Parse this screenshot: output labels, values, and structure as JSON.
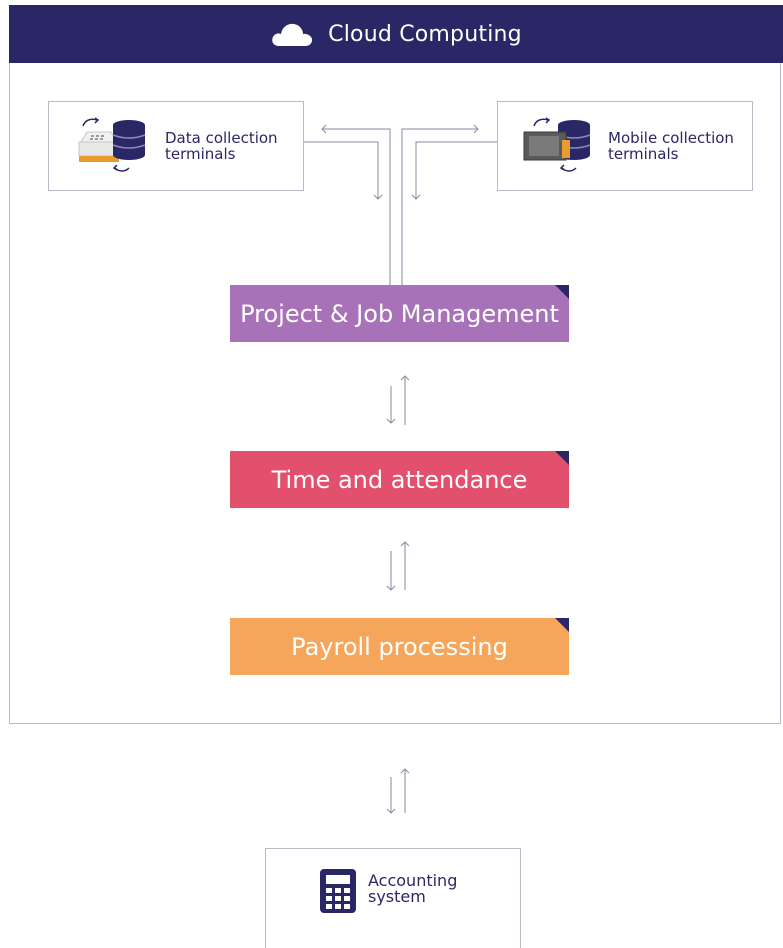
{
  "header": {
    "title": "Cloud Computing",
    "icon": "cloud-icon"
  },
  "terminals": {
    "left": {
      "label_line1": "Data collection",
      "label_line2": "terminals",
      "icon": "data-terminal-icon"
    },
    "right": {
      "label_line1": "Mobile collection",
      "label_line2": "terminals",
      "icon": "mobile-terminal-icon"
    }
  },
  "steps": {
    "project": "Project & Job Management",
    "time": "Time and attendance",
    "payroll": "Payroll processing"
  },
  "accounting": {
    "label_line1": "Accounting",
    "label_line2": "system",
    "icon": "calculator-icon"
  },
  "colors": {
    "navy": "#2a2766",
    "project": "#a872b9",
    "time": "#e2506e",
    "payroll": "#f5a65b"
  }
}
